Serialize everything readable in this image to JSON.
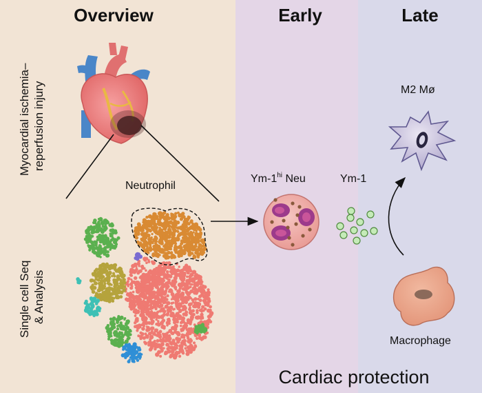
{
  "panels": {
    "overview": {
      "title": "Overview",
      "color": "#f2e4d5"
    },
    "early": {
      "title": "Early",
      "color": "#e4d6e7"
    },
    "late": {
      "title": "Late",
      "color": "#d9d9ea"
    }
  },
  "overview": {
    "label_line1": "Myocardial ischemia–",
    "label_line2": "reperfusion injury",
    "analysis_line1": "Single cell Seq",
    "analysis_line2": "& Analysis",
    "cluster_label": "Neutrophil"
  },
  "early": {
    "cell_label_prefix": "Ym-1",
    "cell_label_sup": "hi",
    "cell_label_suffix": " Neu",
    "secreted_label": "Ym-1"
  },
  "late": {
    "m2_label": "M2 Mø",
    "macrophage_label": "Macrophage"
  },
  "footer": {
    "text": "Cardiac protection"
  }
}
